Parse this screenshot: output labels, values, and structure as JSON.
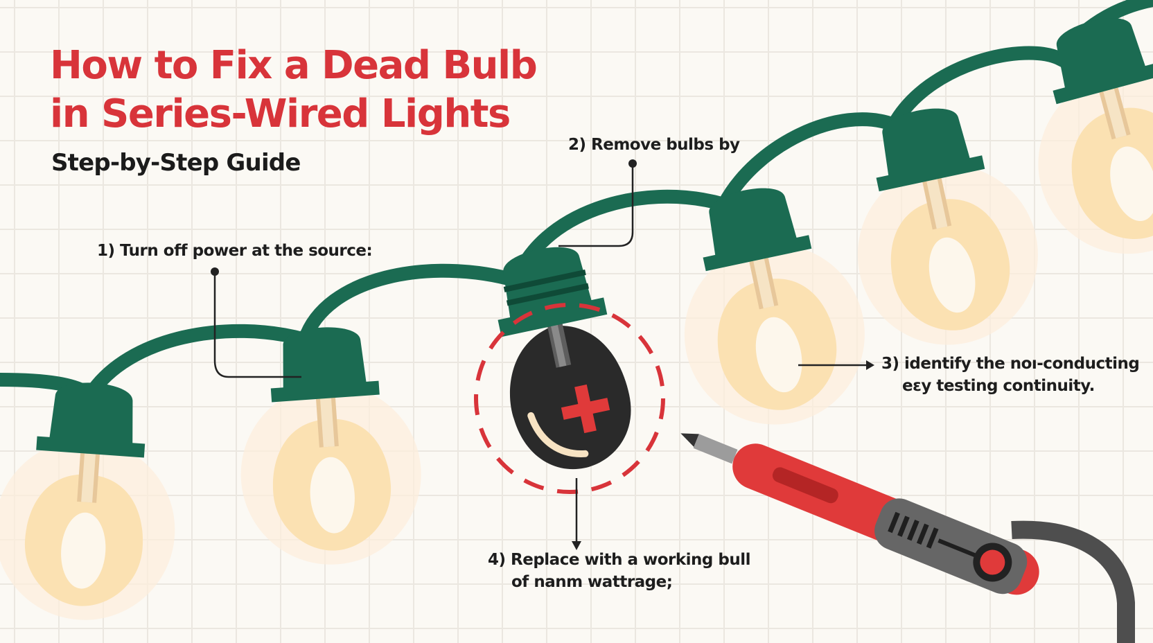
{
  "title": {
    "line1": "How to Fix a Dead Bulb",
    "line2": "in Series-Wired Lights"
  },
  "subtitle": "Step-by-Step Guide",
  "steps": {
    "step1": "1) Turn off power at the source:",
    "step2": "2) Remove bulbs by",
    "step3_line1": "3) identify the noı-conducting",
    "step3_line2": "eɛy testing continuity.",
    "step4_line1": "4) Replace with a working bull",
    "step4_line2": "of nanm wattrage;"
  },
  "colors": {
    "title": "#d8343a",
    "wire": "#1b6b52",
    "bulb_glow": "#fbe3b8",
    "dead_bulb": "#2a2a2a",
    "tester": "#e03a3a",
    "background": "#fbf9f4"
  }
}
